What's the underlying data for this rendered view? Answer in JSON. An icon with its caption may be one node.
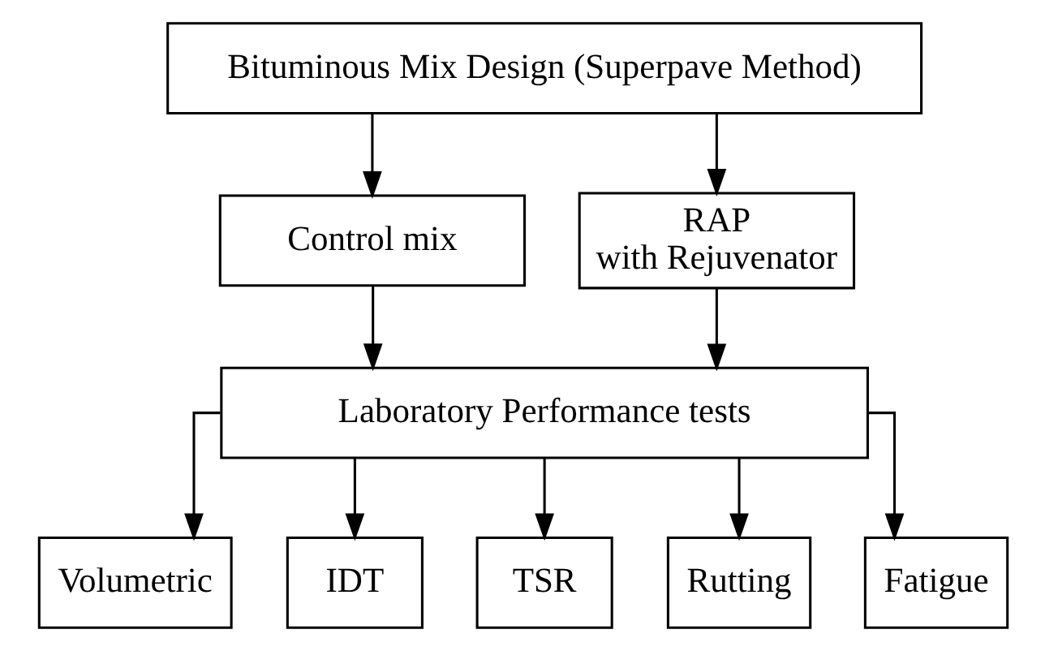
{
  "diagram": {
    "nodes": [
      {
        "text": [
          "Bituminous Mix Design (Superpave Method)"
        ]
      },
      {
        "text": [
          "Control mix"
        ]
      },
      {
        "text": [
          "RAP with Rejuvenator"
        ]
      },
      {
        "text": [
          "Laboratory Performance tests"
        ]
      },
      {
        "text": [
          "Volumetric"
        ]
      },
      {
        "text": [
          "IDT"
        ]
      },
      {
        "text": [
          "TSR"
        ]
      },
      {
        "text": [
          "Rutting"
        ]
      },
      {
        "text": [
          "Fatigue"
        ]
      }
    ],
    "edges": [
      {
        "from": 0,
        "to": 1,
        "arrow": "to"
      },
      {
        "from": 0,
        "to": 2,
        "arrow": "to"
      },
      {
        "from": 1,
        "to": 3,
        "arrow": "to"
      },
      {
        "from": 2,
        "to": 3,
        "arrow": "to"
      },
      {
        "from": 3,
        "to": 4,
        "arrow": "to"
      },
      {
        "from": 3,
        "to": 5,
        "arrow": "to"
      },
      {
        "from": 3,
        "to": 6,
        "arrow": "to"
      },
      {
        "from": 3,
        "to": 7,
        "arrow": "to"
      },
      {
        "from": 3,
        "to": 8,
        "arrow": "to"
      }
    ]
  }
}
